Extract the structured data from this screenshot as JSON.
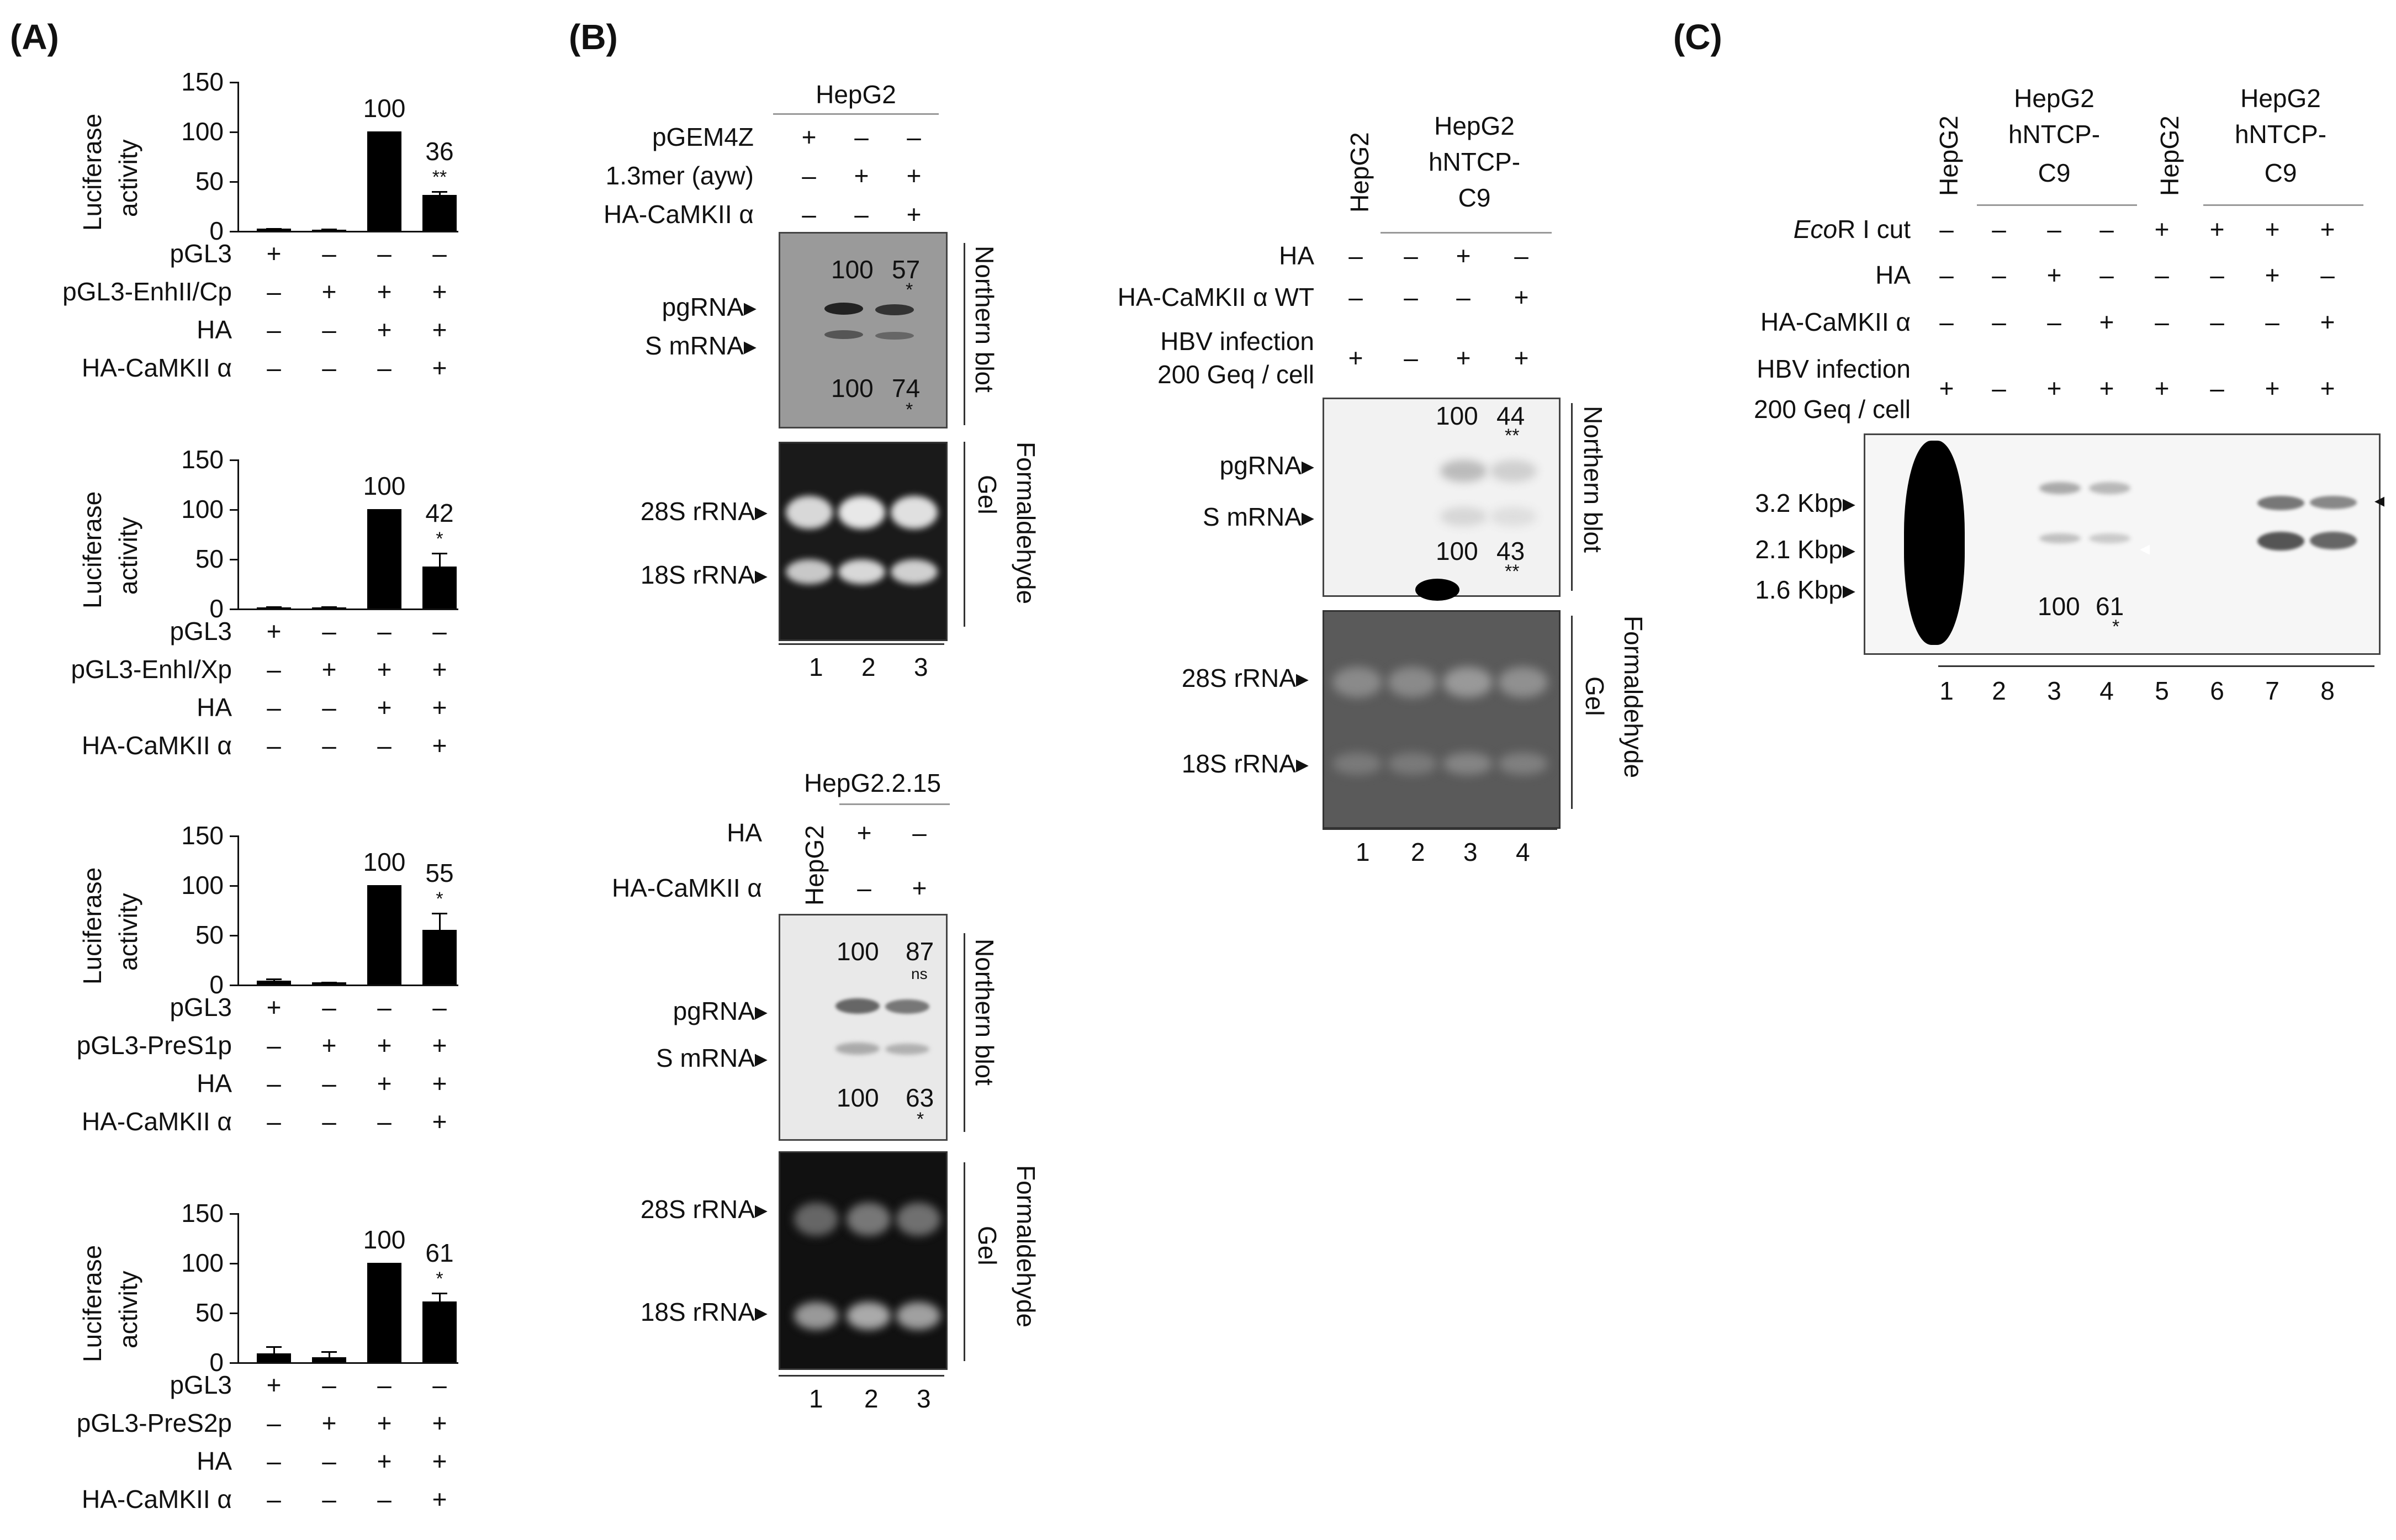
{
  "panels": {
    "A": "(A)",
    "B": "(B)",
    "C": "(C)"
  },
  "symbols": {
    "plus": "+",
    "minus": "–",
    "arrow": "▸",
    "arrow_left": "◂",
    "arrow_white": "◂"
  },
  "panelA": {
    "ylabel_line1": "Luciferase",
    "ylabel_line2": "activity",
    "ticks": [
      "150",
      "100",
      "50",
      "0"
    ],
    "row_labels": [
      "pGL3",
      "HA",
      "HA-CaMKII α"
    ],
    "charts": [
      {
        "construct": "pGL3-EnhII/Cp",
        "bar_labels": [
          "",
          "",
          "100",
          "36"
        ],
        "stars": "**"
      },
      {
        "construct": "pGL3-EnhI/Xp",
        "bar_labels": [
          "",
          "",
          "100",
          "42"
        ],
        "stars": "*"
      },
      {
        "construct": "pGL3-PreS1p",
        "bar_labels": [
          "",
          "",
          "100",
          "55"
        ],
        "stars": "*"
      },
      {
        "construct": "pGL3-PreS2p",
        "bar_labels": [
          "",
          "",
          "100",
          "61"
        ],
        "stars": "*"
      }
    ],
    "signs": [
      [
        "+",
        "–",
        "–",
        "–"
      ],
      [
        "–",
        "+",
        "+",
        "+"
      ],
      [
        "–",
        "–",
        "+",
        "+"
      ],
      [
        "–",
        "–",
        "–",
        "+"
      ]
    ]
  },
  "panelB1": {
    "cell": "HepG2",
    "rows": [
      "pGEM4Z",
      "1.3mer (ayw)",
      "HA-CaMKII α"
    ],
    "signs": [
      [
        "+",
        "–",
        "–"
      ],
      [
        "–",
        "+",
        "+"
      ],
      [
        "–",
        "–",
        "+"
      ]
    ],
    "band_labels": [
      "pgRNA",
      "S mRNA",
      "28S rRNA",
      "18S rRNA"
    ],
    "quant_top": [
      "100",
      "57"
    ],
    "quant_bottom": [
      "100",
      "74"
    ],
    "star": "*",
    "blot_label": "Northern blot",
    "gel_label_1": "Formaldehyde",
    "gel_label_2": "Gel",
    "lanes": [
      "1",
      "2",
      "3"
    ]
  },
  "panelB2": {
    "cell": "HepG2.2.15",
    "control": "HepG2",
    "rows": [
      "HA",
      "HA-CaMKII α"
    ],
    "signs": [
      [
        "+",
        "–"
      ],
      [
        "–",
        "+"
      ]
    ],
    "band_labels": [
      "pgRNA",
      "S mRNA",
      "28S rRNA",
      "18S rRNA"
    ],
    "quant_top": [
      "100",
      "87"
    ],
    "ns": "ns",
    "quant_bottom": [
      "100",
      "63"
    ],
    "star": "*",
    "blot_label": "Northern blot",
    "gel_label_1": "Formaldehyde",
    "gel_label_2": "Gel",
    "lanes": [
      "1",
      "2",
      "3"
    ]
  },
  "panelB3": {
    "control": "HepG2",
    "cell_line1": "HepG2",
    "cell_line2": "hNTCP-",
    "cell_line3": "C9",
    "rows": [
      "HA",
      "HA-CaMKII α WT",
      "HBV infection",
      "200 Geq / cell"
    ],
    "signs": [
      [
        "–",
        "–",
        "+",
        "–"
      ],
      [
        "–",
        "–",
        "–",
        "+"
      ],
      [
        "+",
        "–",
        "+",
        "+"
      ]
    ],
    "band_labels": [
      "pgRNA",
      "S mRNA",
      "28S rRNA",
      "18S rRNA"
    ],
    "quant_top": [
      "100",
      "44"
    ],
    "quant_bottom": [
      "100",
      "43"
    ],
    "stars": "**",
    "blot_label": "Northern blot",
    "gel_label_1": "Formaldehyde",
    "gel_label_2": "Gel",
    "lanes": [
      "1",
      "2",
      "3",
      "4"
    ]
  },
  "panelC": {
    "control": "HepG2",
    "cell_line1": "HepG2",
    "cell_line2": "hNTCP-",
    "cell_line3": "C9",
    "eco_italic": "Eco",
    "eco_rest": "R I cut",
    "rows": [
      "HA",
      "HA-CaMKII α",
      "HBV infection",
      "200 Geq / cell"
    ],
    "signs": [
      [
        "–",
        "–",
        "–",
        "–",
        "+",
        "+",
        "+",
        "+"
      ],
      [
        "–",
        "–",
        "+",
        "–",
        "–",
        "–",
        "+",
        "–"
      ],
      [
        "–",
        "–",
        "–",
        "+",
        "–",
        "–",
        "–",
        "+"
      ],
      [
        "+",
        "–",
        "+",
        "+",
        "+",
        "–",
        "+",
        "+"
      ]
    ],
    "sizes": [
      "3.2 Kbp",
      "2.1 Kbp",
      "1.6 Kbp"
    ],
    "quant": [
      "100",
      "61"
    ],
    "star": "*",
    "lanes": [
      "1",
      "2",
      "3",
      "4",
      "5",
      "6",
      "7",
      "8"
    ]
  }
}
